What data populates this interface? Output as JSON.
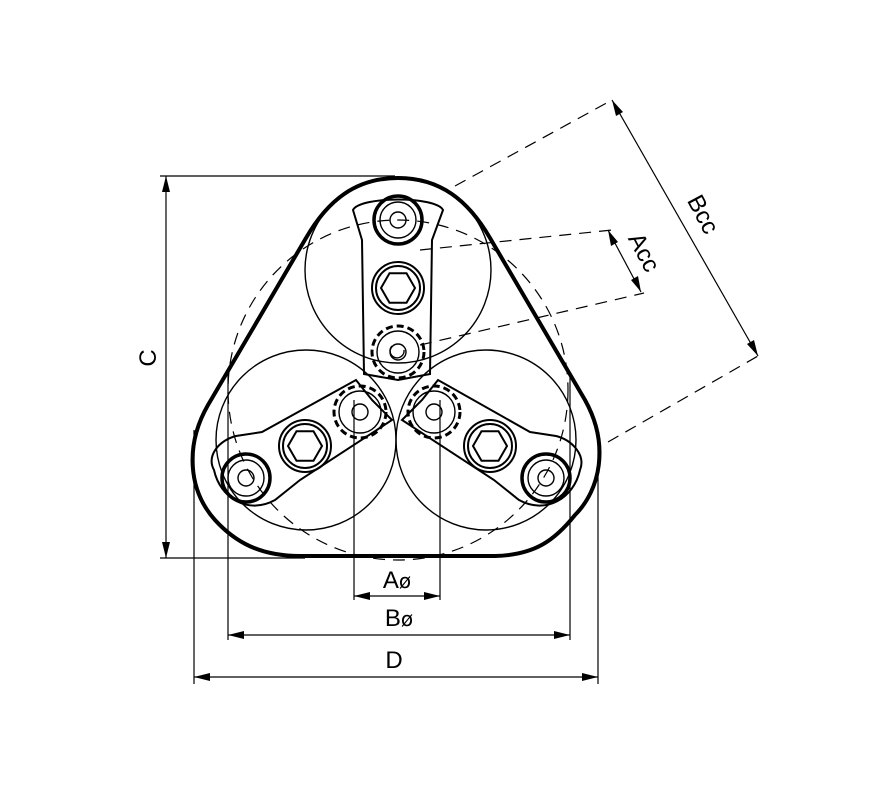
{
  "dimensions": {
    "a_dia": {
      "letter": "A",
      "symbol": "ø"
    },
    "b_dia": {
      "letter": "B",
      "symbol": "ø"
    },
    "d": {
      "letter": "D"
    },
    "c": {
      "letter": "C"
    },
    "acc": {
      "letter": "A",
      "suffix": "cc"
    },
    "bcc": {
      "letter": "B",
      "suffix": "cc"
    }
  }
}
